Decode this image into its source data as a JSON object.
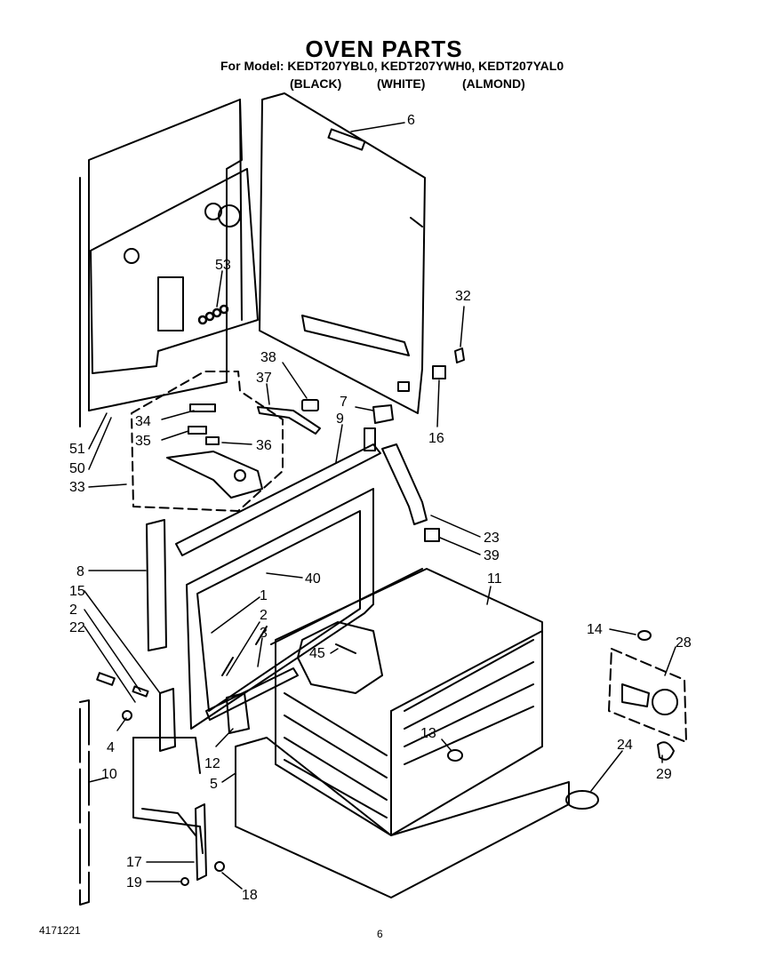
{
  "header": {
    "title": "OVEN PARTS",
    "model_line": "For Model: KEDT207YBL0, KEDT207YWH0, KEDT207YAL0",
    "colors": [
      "(BLACK)",
      "(WHITE)",
      "(ALMOND)"
    ]
  },
  "callouts": [
    "6",
    "53",
    "32",
    "38",
    "37",
    "7",
    "9",
    "16",
    "34",
    "35",
    "36",
    "51",
    "50",
    "33",
    "23",
    "39",
    "40",
    "11",
    "8",
    "15",
    "2",
    "22",
    "1",
    "2",
    "3",
    "45",
    "14",
    "28",
    "4",
    "12",
    "5",
    "13",
    "24",
    "29",
    "10",
    "17",
    "19",
    "18"
  ],
  "footer": {
    "doc_number": "4171221",
    "page": "6"
  }
}
